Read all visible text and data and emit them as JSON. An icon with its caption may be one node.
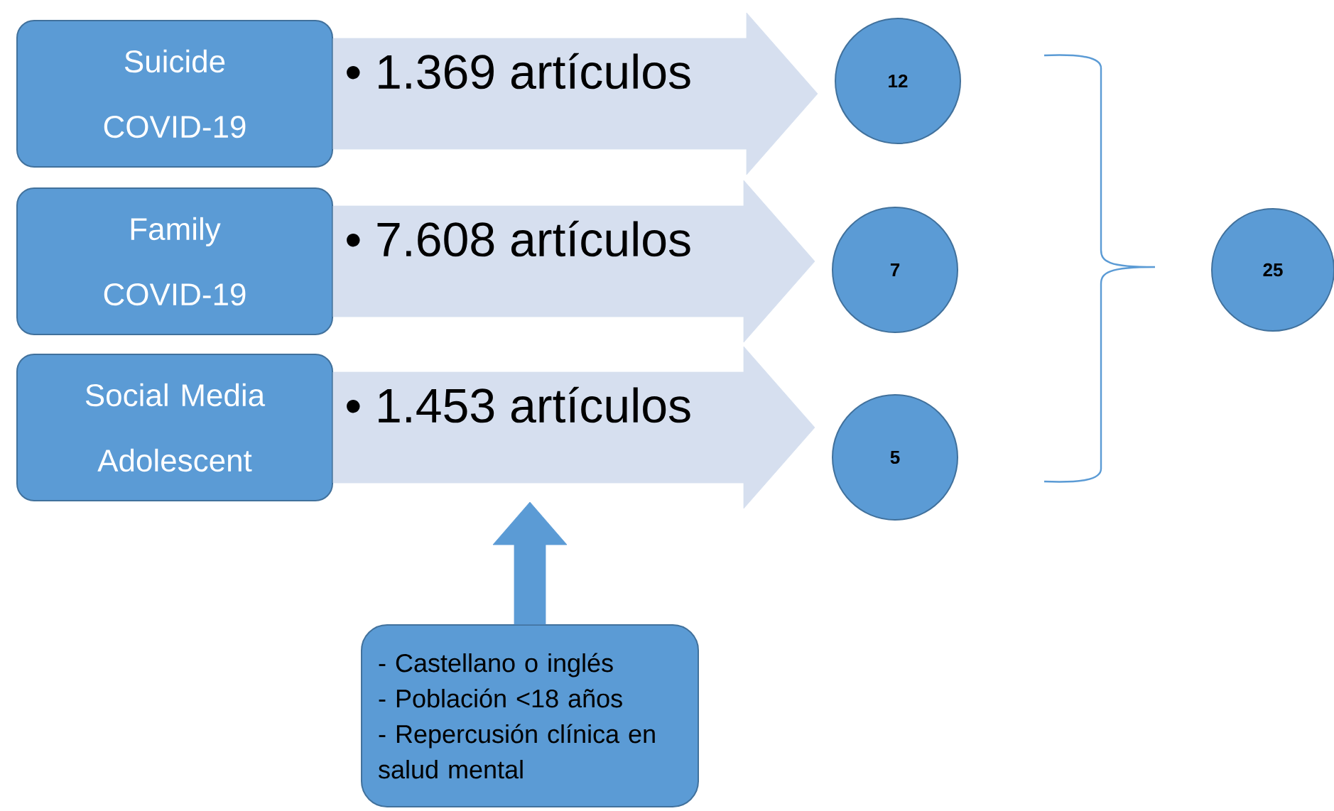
{
  "diagram": {
    "nodes": [
      {
        "text": [
          "Suicide COVID-19"
        ]
      },
      {
        "text": [
          "Family COVID-19"
        ]
      },
      {
        "text": [
          "Social Media Adolescent"
        ]
      },
      {
        "text": [
          "12"
        ]
      },
      {
        "text": [
          "7"
        ]
      },
      {
        "text": [
          "5"
        ]
      },
      {
        "text": [
          "25"
        ]
      },
      {
        "text": [
          "- Castellano o inglés",
          "- Población <18 años",
          "- Repercusión clínica en salud mental"
        ]
      }
    ],
    "edges": [
      {
        "from": 0,
        "to": 3,
        "arrow": "to",
        "label": "• 1.369 artículos",
        "style": "thick"
      },
      {
        "from": 1,
        "to": 4,
        "arrow": "to",
        "label": "• 7.608 artículos",
        "style": "thick"
      },
      {
        "from": 2,
        "to": 5,
        "arrow": "to",
        "label": "• 1.453 artículos",
        "style": "thick"
      },
      {
        "from": 7,
        "to": null,
        "arrow": "to",
        "style": "thick",
        "color": "#5b9bd5"
      }
    ]
  }
}
